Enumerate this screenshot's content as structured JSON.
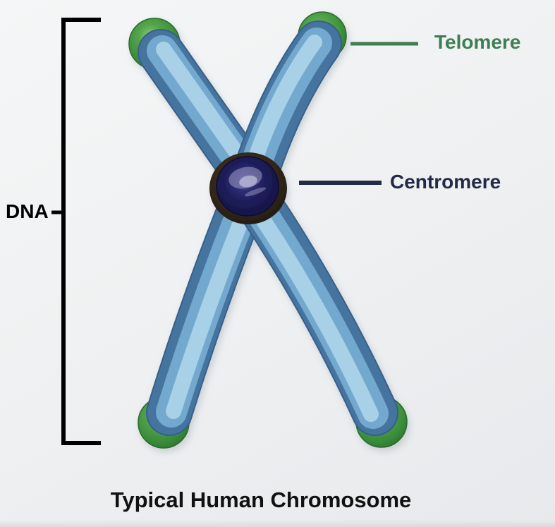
{
  "title": "Typical Human Chromosome",
  "labels": {
    "telomere": "Telomere",
    "centromere": "Centromere",
    "dna": "DNA"
  },
  "label_colors": {
    "telomere": "#3e7e52",
    "centromere": "#222b45",
    "dna": "#000000"
  },
  "illustration": {
    "type": "x-shaped-chromosome-model",
    "arm_color": "#73a9cf",
    "arm_highlight_color": "#a8d0e6",
    "arm_shadow_color": "#44759f",
    "telomere_cap_color": "#3f943c",
    "centromere_sphere_color": "#1a1a55",
    "centromere_ring_color": "#322718",
    "background_color": "#eef0f2",
    "pointer_line_colors": {
      "telomere": "#3e7e52",
      "centromere": "#222b45",
      "dna_bracket": "#000000"
    }
  }
}
